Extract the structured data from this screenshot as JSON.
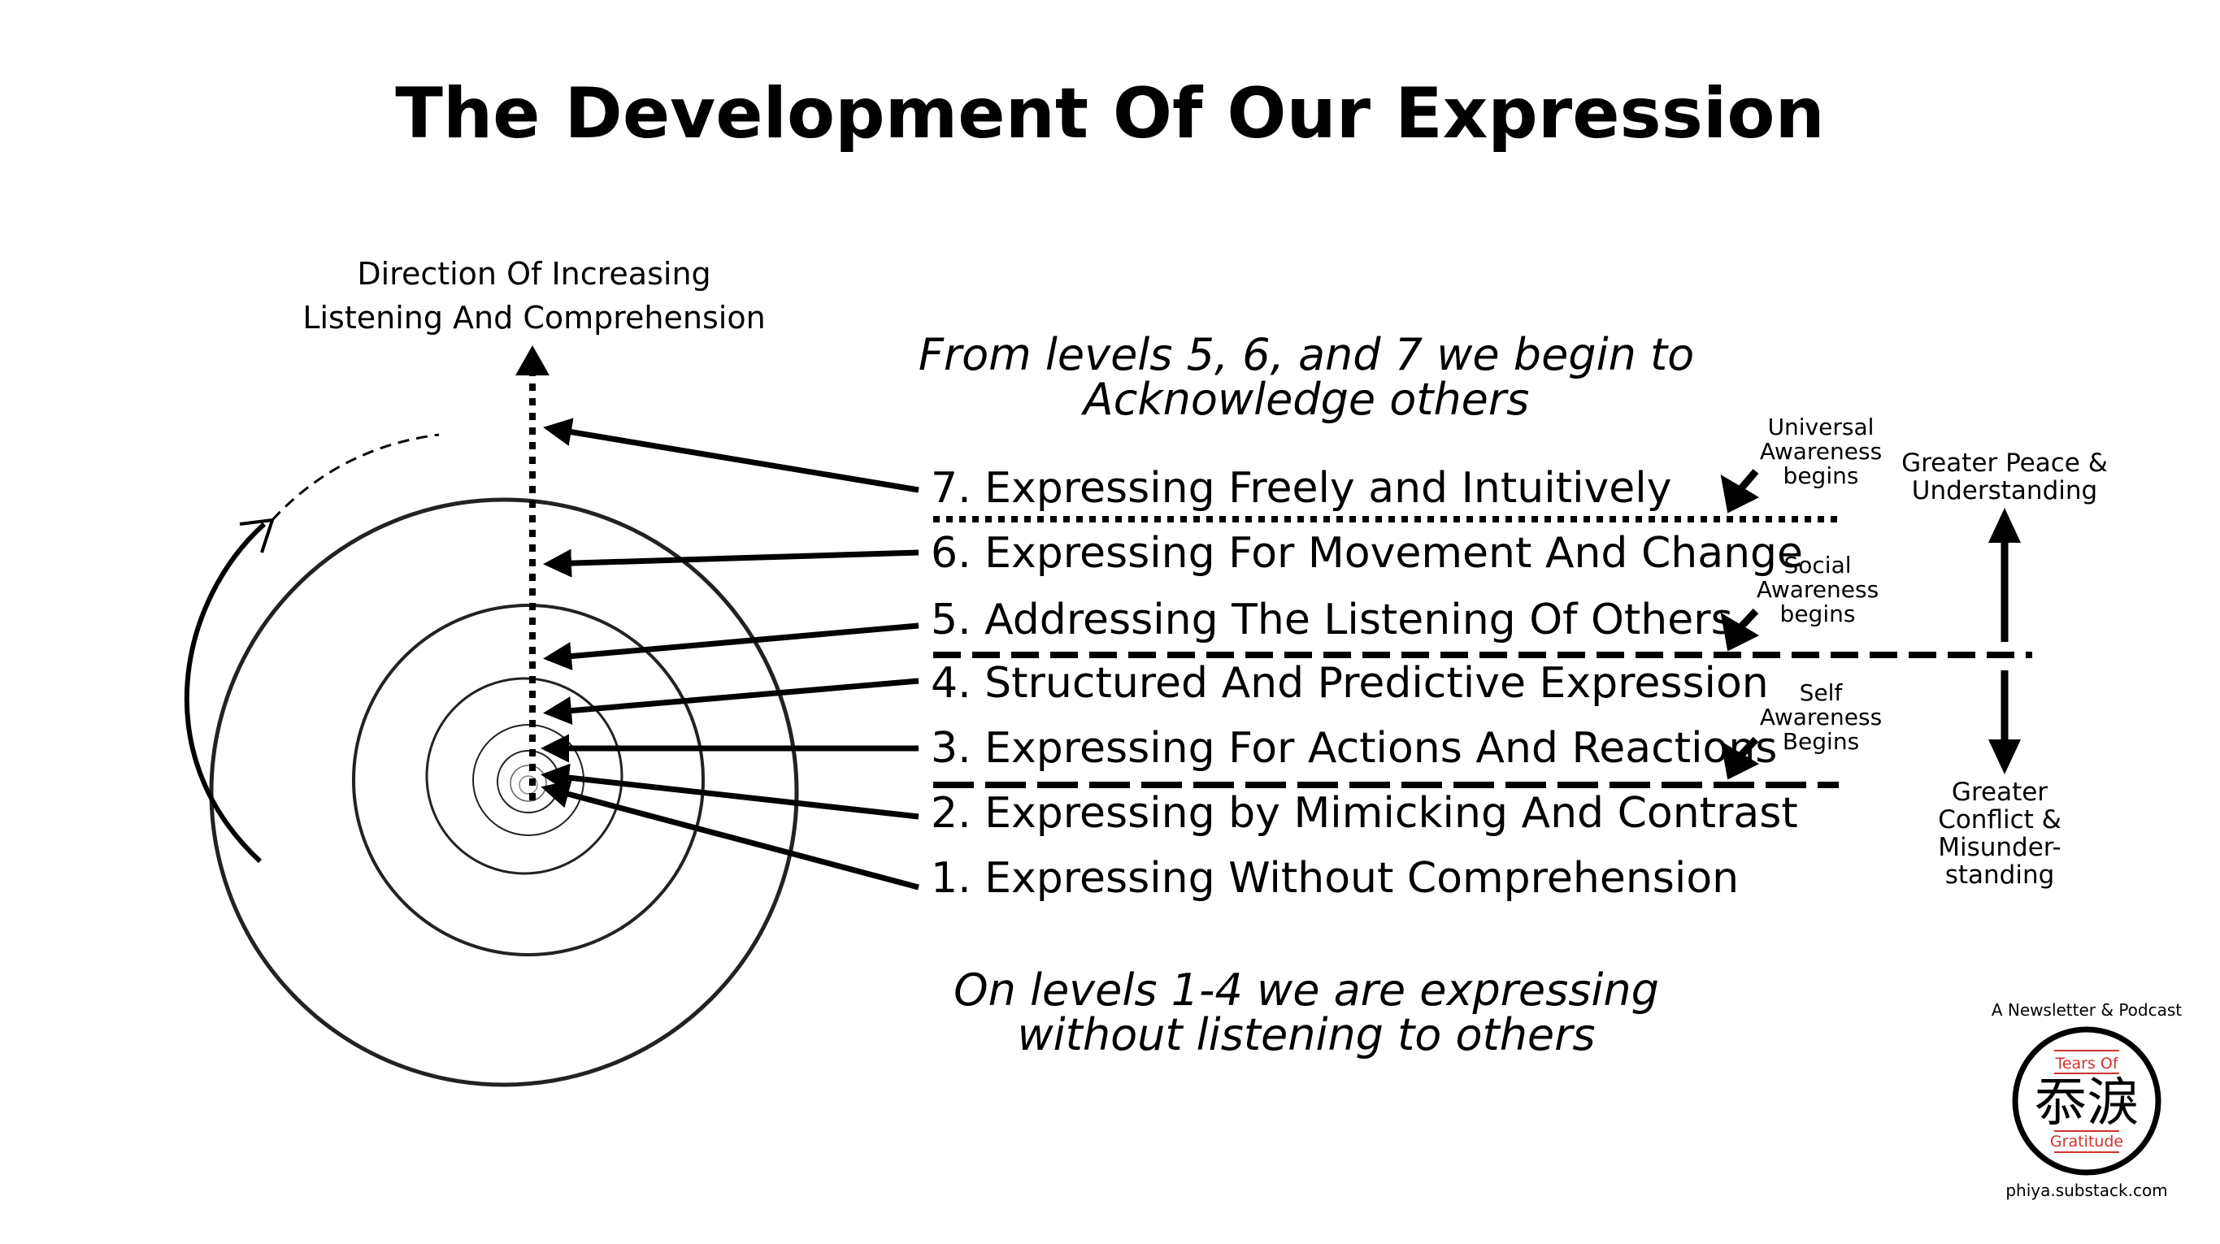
{
  "title": "The Development Of Our Expression",
  "direction_label": [
    "Direction Of Increasing",
    "Listening And Comprehension"
  ],
  "top_note": [
    "From levels 5, 6, and 7 we begin to",
    "Acknowledge others"
  ],
  "bottom_note": [
    "On levels 1-4 we are expressing",
    "without listening to others"
  ],
  "levels": [
    {
      "number": 7,
      "label": "7. Expressing Freely and Intuitively"
    },
    {
      "number": 6,
      "label": "6. Expressing For Movement And Change"
    },
    {
      "number": 5,
      "label": "5. Addressing The Listening Of Others"
    },
    {
      "number": 4,
      "label": "4. Structured And Predictive Expression"
    },
    {
      "number": 3,
      "label": "3. Expressing For Actions And Reactions"
    },
    {
      "number": 2,
      "label": "2. Expressing by Mimicking And Contrast"
    },
    {
      "number": 1,
      "label": "1. Expressing Without Comprehension"
    }
  ],
  "awareness_labels": [
    {
      "lines": [
        "Universal",
        "Awareness",
        "begins"
      ]
    },
    {
      "lines": [
        "Social",
        "Awareness",
        "begins"
      ]
    },
    {
      "lines": [
        "Self",
        "Awareness",
        "Begins"
      ]
    }
  ],
  "scale_top": [
    "Greater Peace &",
    "Understanding"
  ],
  "scale_bottom": [
    "Greater",
    "Conflict &",
    "Misunder-",
    "standing"
  ],
  "logo": {
    "tagline": "A Newsletter & Podcast",
    "line_top": "Tears Of",
    "glyphs": "忝淚",
    "line_bottom": "Gratitude",
    "url": "phiya.substack.com",
    "accent_color": "#d0312d"
  }
}
